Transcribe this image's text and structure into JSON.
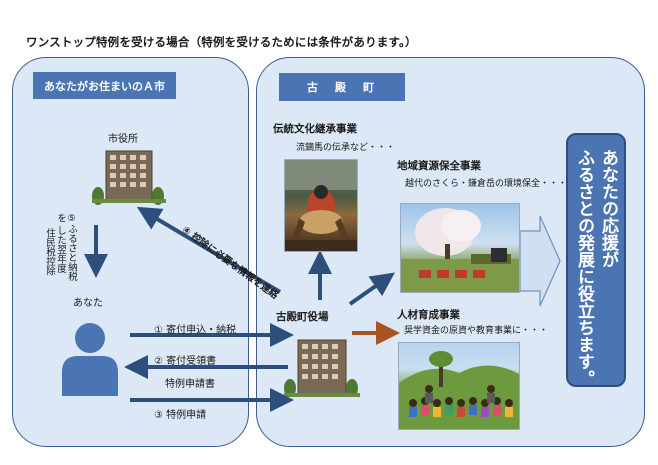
{
  "title": "ワンストップ特例を受ける場合（特例を受けるためには条件があります。）",
  "left_panel": {
    "header": "あなたがお住まいのＡ市",
    "city_hall_label": "市役所",
    "you_label": "あなた",
    "deduction_lines": [
      "⑤ふるさと納税",
      "を した翌年度",
      "住民税控除"
    ]
  },
  "right_panel": {
    "header": "古　殿　町",
    "town_office_label": "古殿町役場",
    "project_1": {
      "title": "伝統文化継承事業",
      "desc": "流鏑馬の伝承など・・・"
    },
    "project_2": {
      "title": "地域資源保全事業",
      "desc": "越代のさくら・鎌倉岳の環境保全・・・"
    },
    "project_3": {
      "title": "人材育成事業",
      "desc": "奨学資金の原資や教育事業に・・・"
    }
  },
  "contact_label": "④ 控除に必要な情報を連絡",
  "flows": {
    "step1": "①  寄付申込・納税",
    "step2": "②  寄付受領書",
    "form_label": "特例申請書",
    "step3": "③  特例申請"
  },
  "result_lines": [
    "あなたの応援が",
    "ふるさとの発展に役立ちます。"
  ],
  "colors": {
    "panel_fill": "#dce8f6",
    "panel_border": "#3d5e8c",
    "accent_blue": "#4a74b2",
    "arrow_dark": "#2d4f7c",
    "arrow_orange": "#a8551f"
  }
}
